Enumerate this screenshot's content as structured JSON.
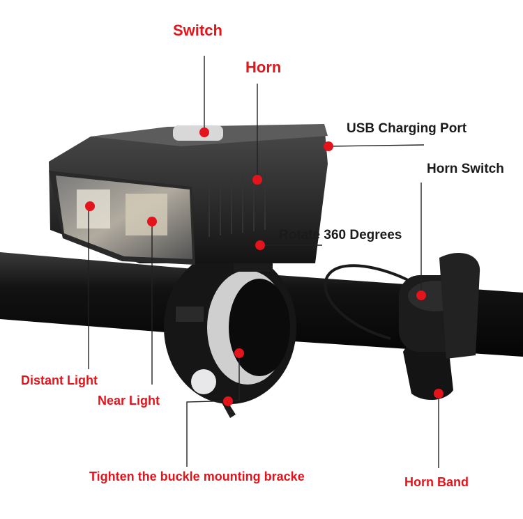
{
  "labels": {
    "switch": "Switch",
    "horn": "Horn",
    "usb_port": "USB Charging Port",
    "horn_switch": "Horn Switch",
    "rotate": "Rotate 360 Degrees",
    "distant_light": "Distant Light",
    "near_light": "Near Light",
    "tighten": "Tighten the buckle mounting bracke",
    "horn_band": "Horn Band"
  },
  "colors": {
    "label_red": "#e3141b",
    "label_dark": "#1a1a1a",
    "marker_red": "#e3141b",
    "leader_line": "#222222"
  }
}
